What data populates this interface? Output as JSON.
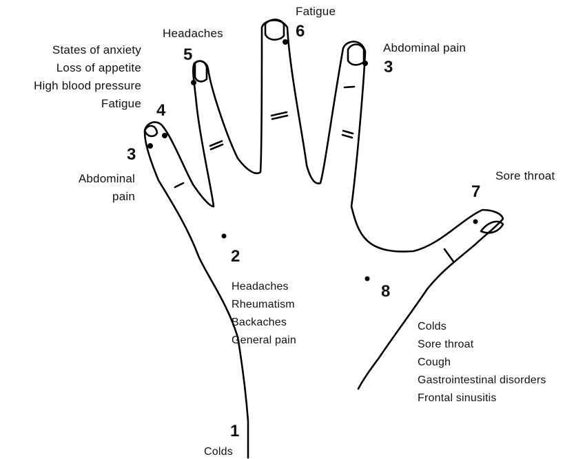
{
  "points": [
    {
      "number": "1",
      "ailments": [
        "Colds"
      ]
    },
    {
      "number": "2",
      "ailments": [
        "Headaches",
        "Rheumatism",
        "Backaches",
        "General pain"
      ]
    },
    {
      "number": "3",
      "ailments": [
        "Abdominal",
        "pain"
      ]
    },
    {
      "number": "4",
      "ailments": [
        "States of anxiety",
        "Loss of appetite",
        "High blood pressure",
        "Fatigue"
      ]
    },
    {
      "number": "5",
      "ailments": [
        "Headaches"
      ]
    },
    {
      "number": "6",
      "ailments": [
        "Fatigue"
      ]
    },
    {
      "number": "3",
      "ailments": [
        "Abdominal pain"
      ]
    },
    {
      "number": "7",
      "ailments": [
        "Sore throat"
      ]
    },
    {
      "number": "8",
      "ailments": [
        "Colds",
        "Sore throat",
        "Cough",
        "Gastrointestinal disorders",
        "Frontal sinusitis"
      ]
    }
  ]
}
